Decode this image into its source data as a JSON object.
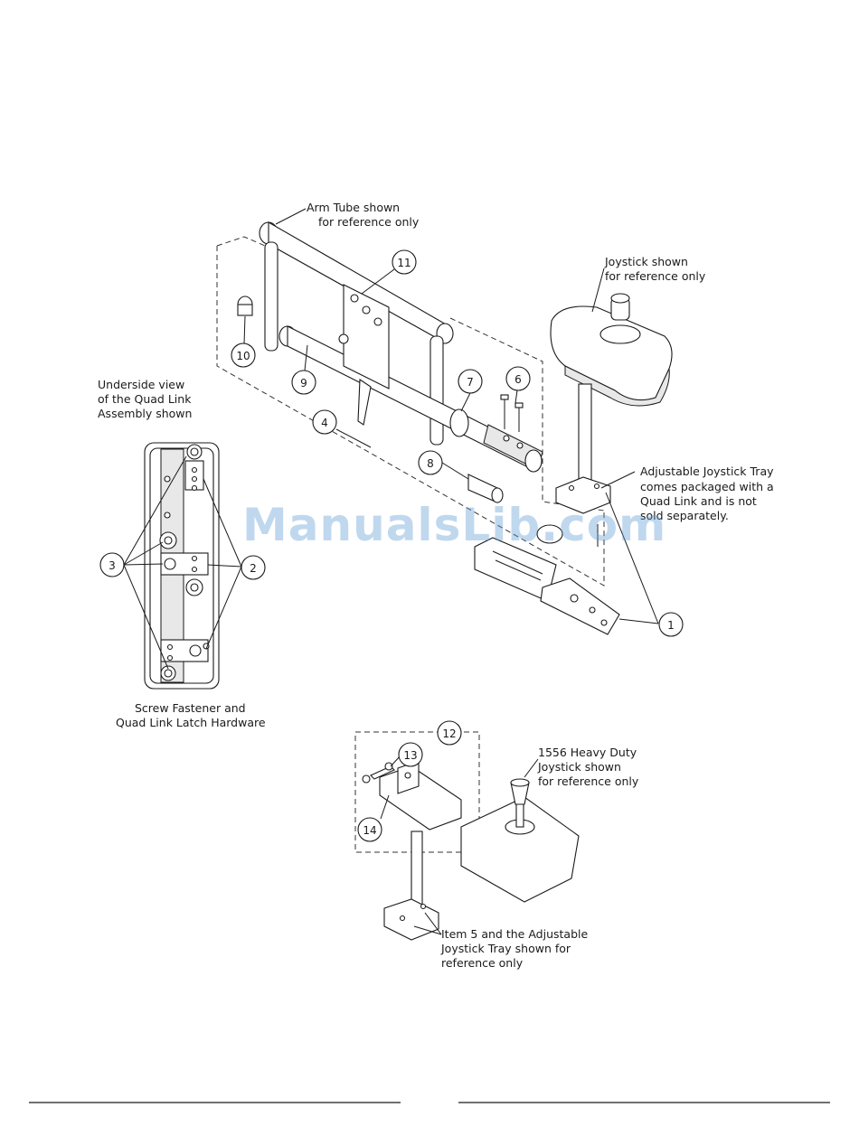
{
  "watermark": "ManualsLib.com",
  "callouts": {
    "arm_tube": [
      "Arm Tube shown",
      "for reference only"
    ],
    "joystick": [
      "Joystick shown",
      "for reference only"
    ],
    "underside": [
      "Underside view",
      "of the Quad Link",
      "Assembly shown"
    ],
    "tray": [
      "Adjustable Joystick Tray",
      "comes packaged with a",
      "Quad Link and is not",
      "sold separately."
    ],
    "fastener": [
      "Screw Fastener and",
      "Quad Link Latch Hardware"
    ],
    "heavy_duty": [
      "1556 Heavy Duty",
      "Joystick shown",
      "for reference only"
    ],
    "item5": [
      "Item 5 and the Adjustable",
      "Joystick Tray shown for",
      "reference only"
    ]
  },
  "part_numbers": {
    "p1": "1",
    "p2": "2",
    "p3": "3",
    "p4": "4",
    "p6": "6",
    "p7": "7",
    "p8": "8",
    "p9": "9",
    "p10": "10",
    "p11": "11",
    "p12": "12",
    "p13": "13",
    "p14": "14"
  }
}
